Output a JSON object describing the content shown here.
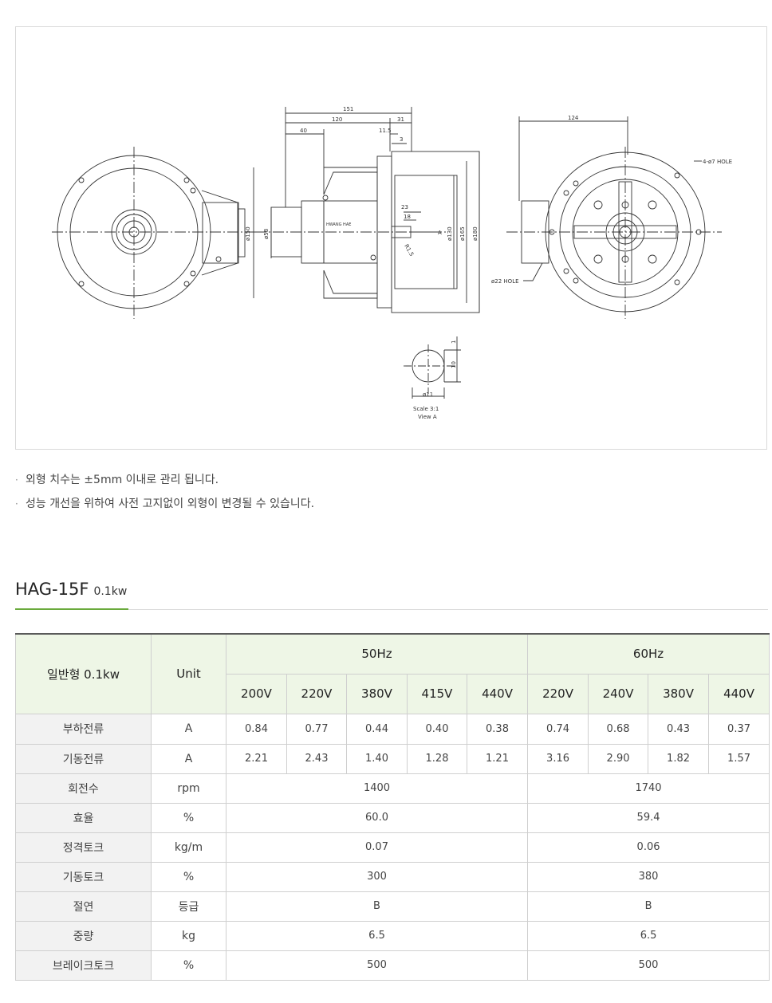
{
  "drawing": {
    "dims": {
      "d151": "151",
      "d120": "120",
      "d31": "31",
      "d40": "40",
      "d11_5": "11.5",
      "d3": "3",
      "d23": "23",
      "d18": "18",
      "phi150": "ø150",
      "phi58": "ø58",
      "phi130": "ø130",
      "phi165": "ø165",
      "phi180": "ø180",
      "r1_5": "R1.5",
      "view_a_marker": "A",
      "brand": "HWANG HAE",
      "d124": "124",
      "hole4": "4-ø7 HOLE",
      "hole22": "ø22 HOLE",
      "phi11": "ø11",
      "d10": "10",
      "d1": "1",
      "scale": "Scale 3:1",
      "view": "View A"
    }
  },
  "notes": [
    "외형 치수는 ±5mm 이내로 관리 됩니다.",
    "성능 개선을 위하여 사전 고지없이 외형이 변경될 수 있습니다."
  ],
  "model": {
    "name": "HAG-15F",
    "sub": "0.1kw"
  },
  "table": {
    "corner": "일반형 0.1kw",
    "unit_header": "Unit",
    "groups": [
      "50Hz",
      "60Hz"
    ],
    "voltages_50": [
      "200V",
      "220V",
      "380V",
      "415V",
      "440V"
    ],
    "voltages_60": [
      "220V",
      "240V",
      "380V",
      "440V"
    ],
    "rows": [
      {
        "label": "부하전류",
        "unit": "A",
        "cells": [
          "0.84",
          "0.77",
          "0.44",
          "0.40",
          "0.38",
          "0.74",
          "0.68",
          "0.43",
          "0.37"
        ]
      },
      {
        "label": "기동전류",
        "unit": "A",
        "cells": [
          "2.21",
          "2.43",
          "1.40",
          "1.28",
          "1.21",
          "3.16",
          "2.90",
          "1.82",
          "1.57"
        ]
      },
      {
        "label": "회전수",
        "unit": "rpm",
        "v50": "1400",
        "v60": "1740"
      },
      {
        "label": "효율",
        "unit": "%",
        "v50": "60.0",
        "v60": "59.4"
      },
      {
        "label": "정격토크",
        "unit": "kg/m",
        "v50": "0.07",
        "v60": "0.06"
      },
      {
        "label": "기동토크",
        "unit": "%",
        "v50": "300",
        "v60": "380"
      },
      {
        "label": "절연",
        "unit": "등급",
        "v50": "B",
        "v60": "B"
      },
      {
        "label": "중량",
        "unit": "kg",
        "v50": "6.5",
        "v60": "6.5"
      },
      {
        "label": "브레이크토크",
        "unit": "%",
        "v50": "500",
        "v60": "500"
      }
    ]
  }
}
